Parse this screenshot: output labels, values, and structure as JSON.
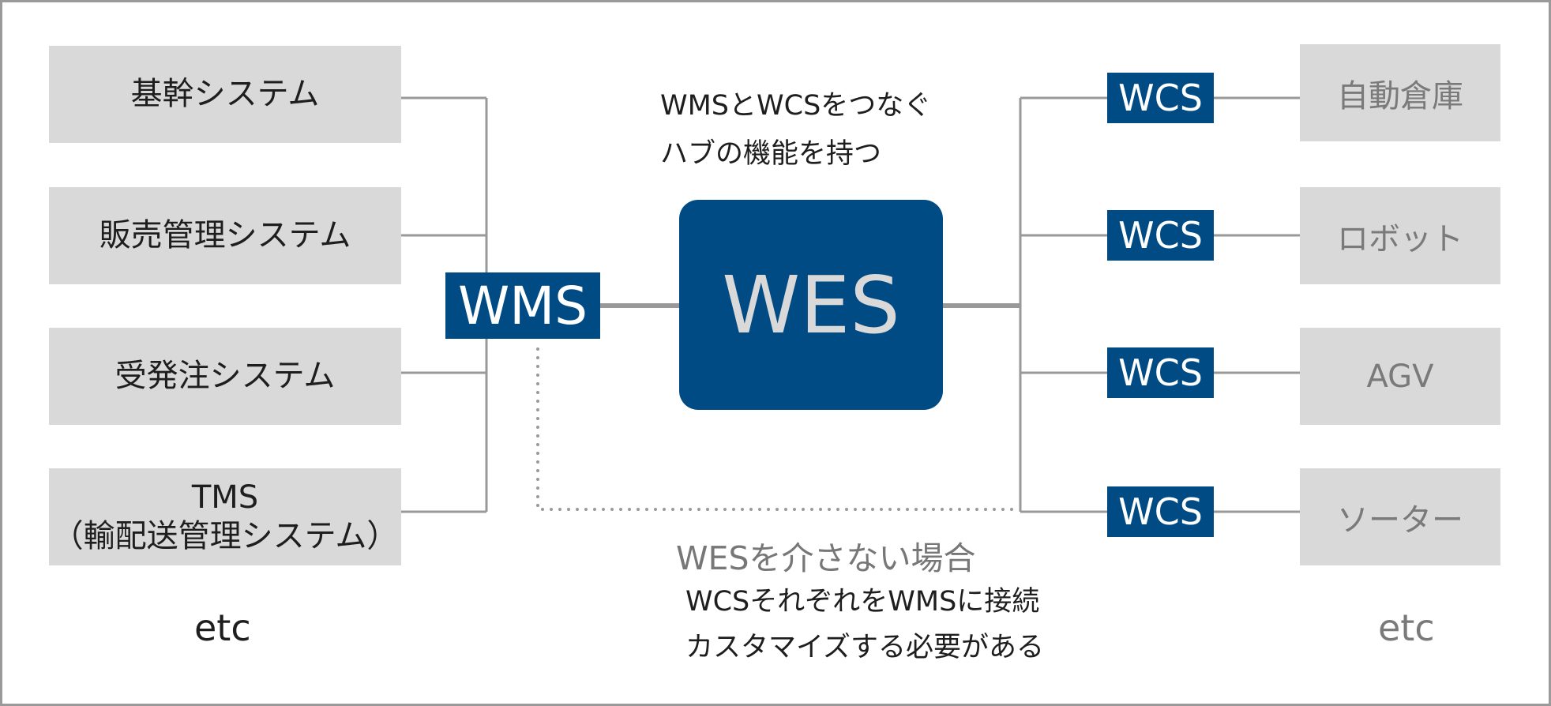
{
  "left_systems": [
    {
      "label": "基幹システム"
    },
    {
      "label": "販売管理システム"
    },
    {
      "label": "受発注システム"
    },
    {
      "label": "TMS\n（輸配送管理システム）"
    }
  ],
  "left_etc": "etc",
  "wms_label": "WMS",
  "wes_label": "WES",
  "hub_caption": "WMSとWCSをつなぐ\nハブの機能を持つ",
  "wcs_labels": [
    "WCS",
    "WCS",
    "WCS",
    "WCS"
  ],
  "right_devices": [
    {
      "label": "自動倉庫"
    },
    {
      "label": "ロボット"
    },
    {
      "label": "AGV"
    },
    {
      "label": "ソーター"
    }
  ],
  "right_etc": "etc",
  "without_wes": {
    "title": "WESを介さない場合",
    "body": "WCSそれぞれをWMSに接続\nカスタマイズする必要がある"
  },
  "colors": {
    "accent": "#004b84",
    "box": "#d9d9d9",
    "line": "#999999"
  }
}
